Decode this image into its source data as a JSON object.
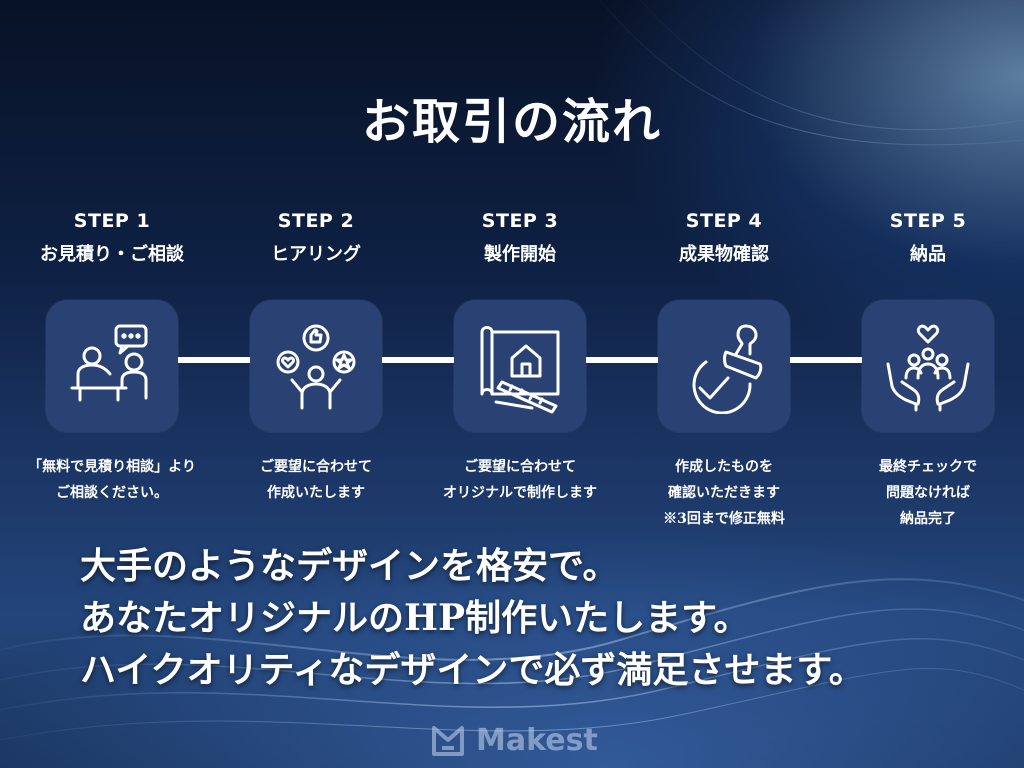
{
  "title": "お取引の流れ",
  "steps": [
    {
      "label": "STEP 1",
      "name": "お見積り・ご相談",
      "icon": "consultation-icon",
      "desc": [
        "「無料で見積り相談」より",
        "ご相談ください。"
      ]
    },
    {
      "label": "STEP 2",
      "name": "ヒアリング",
      "icon": "hearing-icon",
      "desc": [
        "ご要望に合わせて",
        "作成いたします"
      ]
    },
    {
      "label": "STEP 3",
      "name": "製作開始",
      "icon": "blueprint-icon",
      "desc": [
        "ご要望に合わせて",
        "オリジナルで制作します"
      ]
    },
    {
      "label": "STEP 4",
      "name": "成果物確認",
      "icon": "approval-stamp-icon",
      "desc": [
        "作成したものを",
        "確認いただきます",
        "※3回まで修正無料"
      ]
    },
    {
      "label": "STEP 5",
      "name": "納品",
      "icon": "delivery-hands-icon",
      "desc": [
        "最終チェックで",
        "問題なければ",
        "納品完了"
      ]
    }
  ],
  "tagline": [
    "大手のようなデザインを格安で。",
    "あなたオリジナルのHP制作いたします。",
    "ハイクオリティなデザインで必ず満足させます。"
  ],
  "brand": {
    "name": "Makest",
    "icon": "makest-logo-icon"
  },
  "colors": {
    "icon_box": "#2a4173",
    "background": "#0e2144",
    "text": "#ffffff"
  }
}
